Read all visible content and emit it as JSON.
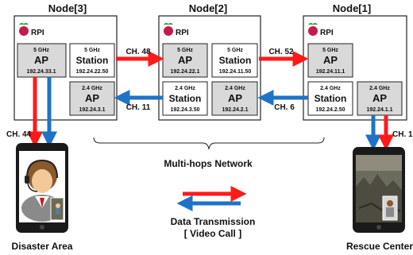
{
  "colors": {
    "red": "#ff1a1a",
    "blue": "#1e73c8",
    "box_fill": "#d9d9d9",
    "outline": "#222222"
  },
  "nodes": [
    {
      "title": "Node[3]",
      "board": "RPI",
      "ap5": {
        "band": "5 GHz",
        "role": "AP",
        "ip": "192.24.33.1"
      },
      "station5": {
        "band": "5 GHz",
        "role": "Station",
        "ip": "192.24.22.50"
      },
      "ap24": {
        "band": "2.4 GHz",
        "role": "AP",
        "ip": "192.24.3.1"
      }
    },
    {
      "title": "Node[2]",
      "board": "RPI",
      "ap5": {
        "band": "5 GHz",
        "role": "AP",
        "ip": "192.24.22.1"
      },
      "station5": {
        "band": "5 GHz",
        "role": "Station",
        "ip": "192.24.11.50"
      },
      "station24": {
        "band": "2.4 GHz",
        "role": "Station",
        "ip": "192.24.3.50"
      },
      "ap24": {
        "band": "2.4 GHz",
        "role": "AP",
        "ip": "192.24.2.1"
      }
    },
    {
      "title": "Node[1]",
      "board": "RPI",
      "ap5": {
        "band": "5 GHz",
        "role": "AP",
        "ip": "192.24.11.1"
      },
      "station24": {
        "band": "2.4 GHz",
        "role": "Station",
        "ip": "192.24.2.50"
      },
      "ap24": {
        "band": "2.4 GHz",
        "role": "AP",
        "ip": "192.24.1.1"
      }
    }
  ],
  "channels": {
    "ch48": "CH. 48",
    "ch52": "CH. 52",
    "ch11": "CH. 11",
    "ch6": "CH. 6",
    "ch44": "CH. 44",
    "ch1": "CH. 1"
  },
  "network_label": "Multi-hops Network",
  "legend": {
    "line1": "Data Transmission",
    "line2": "[ Video Call ]"
  },
  "endpoints": {
    "left": "Disaster Area",
    "right": "Rescue Center"
  }
}
